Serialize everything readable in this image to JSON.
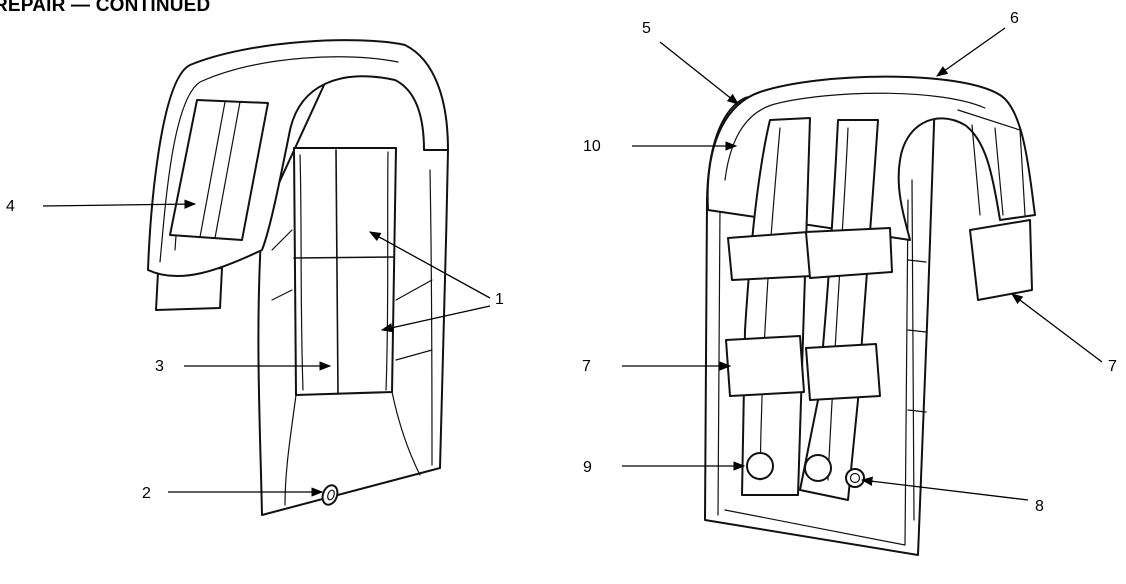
{
  "heading": "REPAIR — CONTINUED",
  "callouts": {
    "c1": "1",
    "c2": "2",
    "c3": "3",
    "c4": "4",
    "c5": "5",
    "c6": "6",
    "c7a": "7",
    "c7b": "7",
    "c8": "8",
    "c9": "9",
    "c10": "10"
  },
  "colors": {
    "ink": "#111111",
    "paper": "#ffffff"
  }
}
